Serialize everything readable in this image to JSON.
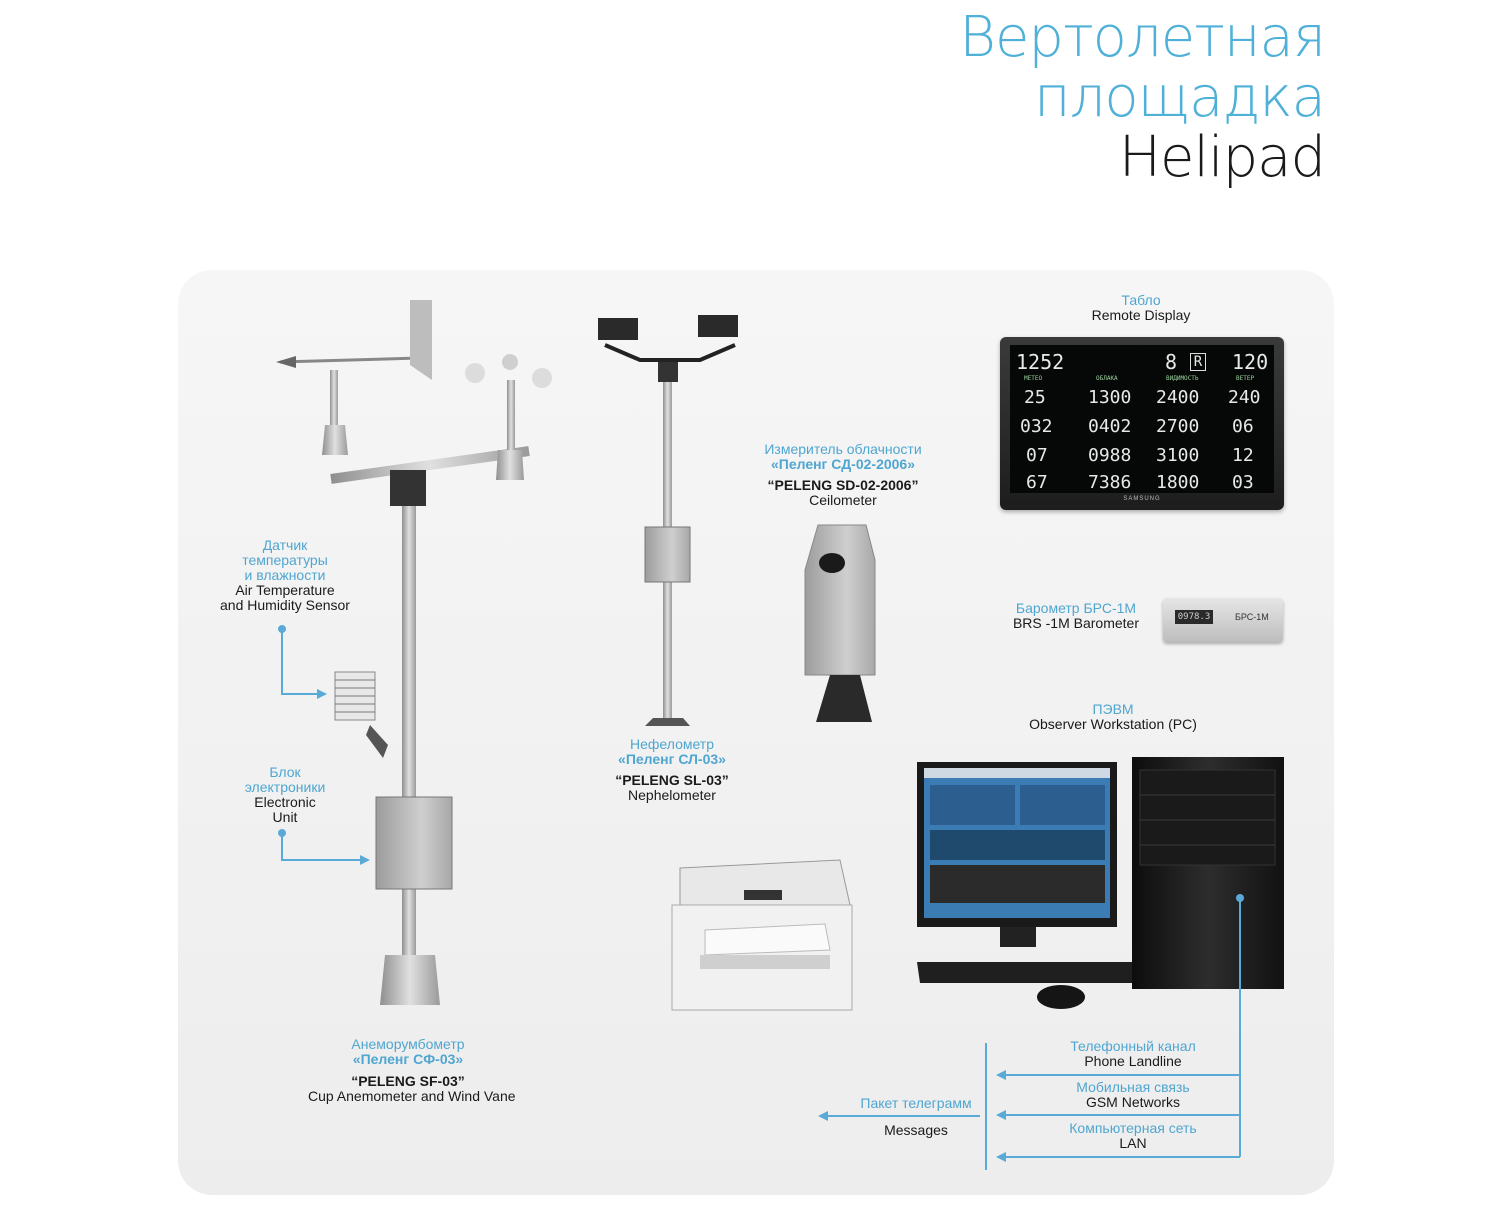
{
  "title": {
    "ru_line1": "Вертолетная",
    "ru_line2": "площадка",
    "en": "Helipad"
  },
  "labels": {
    "temp_sensor": {
      "ru1": "Датчик",
      "ru2": "температуры",
      "ru3": "и влажности",
      "en1": "Air Temperature",
      "en2": "and Humidity Sensor"
    },
    "electronic_unit": {
      "ru1": "Блок",
      "ru2": "электроники",
      "en1": "Electronic",
      "en2": "Unit"
    },
    "anemometer": {
      "ru1": "Анеморумбометр",
      "ru2": "«Пеленг СФ-03»",
      "en1": "“PELENG SF-03”",
      "en2": "Cup Anemometer and Wind Vane"
    },
    "nephelometer": {
      "ru1": "Нефелометр",
      "ru2": "«Пеленг СЛ-03»",
      "en1": "“PELENG SL-03”",
      "en2": "Nephelometer"
    },
    "ceilometer": {
      "ru1": "Измеритель облачности",
      "ru2": "«Пеленг СД-02-2006»",
      "en1": "“PELENG SD-02-2006”",
      "en2": "Ceilometer"
    },
    "remote_display": {
      "ru": "Табло",
      "en": "Remote Display"
    },
    "barometer": {
      "ru": "Барометр БРС-1М",
      "en": "BRS -1M Barometer"
    },
    "workstation": {
      "ru": "ПЭВМ",
      "en": "Observer Workstation (PC)"
    },
    "phone": {
      "ru": "Телефонный канал",
      "en": "Phone Landline"
    },
    "gsm": {
      "ru": "Мобильная связь",
      "en": "GSM Networks"
    },
    "lan": {
      "ru": "Компьютерная сеть",
      "en": "LAN"
    },
    "messages": {
      "ru": "Пакет телеграмм",
      "en": "Messages"
    }
  },
  "display": {
    "top_left": "1252",
    "top_mid": "8",
    "top_rwy": "R",
    "top_right": "120",
    "headers": [
      "МЕТЕО",
      "ОБЛАКА",
      "ВИДИМОСТЬ",
      "ВЕТЕР"
    ],
    "rows": [
      [
        "25",
        "1300",
        "2400",
        "240"
      ],
      [
        "032",
        "0402",
        "2700",
        "06"
      ],
      [
        "07",
        "0988",
        "3100",
        "12"
      ],
      [
        "67",
        "7386",
        "1800",
        "03"
      ]
    ],
    "brand": "SAMSUNG"
  },
  "barometer_device": {
    "readout": "0978.3",
    "model": "БРС-1М"
  },
  "colors": {
    "accent": "#4fa6d0",
    "connector": "#5aaad8"
  }
}
